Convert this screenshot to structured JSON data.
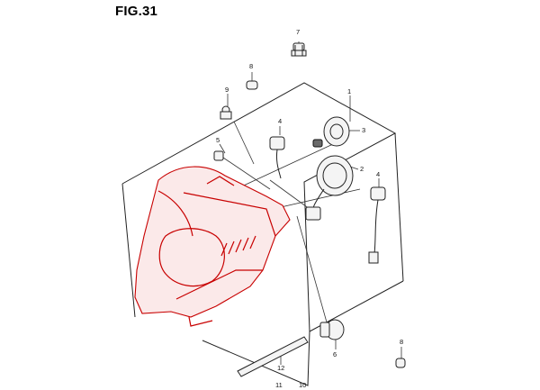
{
  "figure": {
    "title": "FIG.31"
  },
  "callouts": [
    {
      "id": "c1",
      "label": "1"
    },
    {
      "id": "c2",
      "label": "2"
    },
    {
      "id": "c3",
      "label": "3"
    },
    {
      "id": "c4a",
      "label": "4"
    },
    {
      "id": "c4b",
      "label": "4"
    },
    {
      "id": "c5",
      "label": "5"
    },
    {
      "id": "c6",
      "label": "6"
    },
    {
      "id": "c7",
      "label": "7"
    },
    {
      "id": "c8a",
      "label": "8"
    },
    {
      "id": "c8b",
      "label": "8"
    },
    {
      "id": "c9",
      "label": "9"
    },
    {
      "id": "c10",
      "label": "10"
    },
    {
      "id": "c11",
      "label": "11"
    },
    {
      "id": "c12",
      "label": "12"
    }
  ],
  "colors": {
    "highlight": "#c80000",
    "linework": "#222222"
  }
}
